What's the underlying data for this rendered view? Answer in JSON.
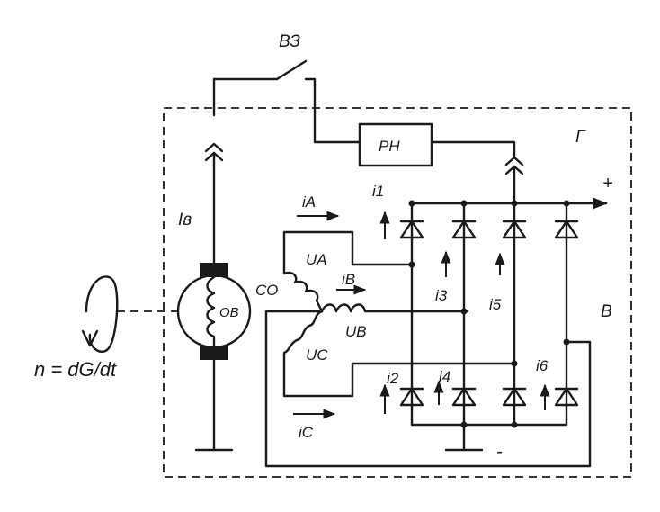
{
  "labels": {
    "switch": "ВЗ",
    "regulator": "РН",
    "generator": "Г",
    "rectifier": "В",
    "plus": "+",
    "minus": "-",
    "excitation_current": "Iв",
    "field_winding": "ОВ",
    "stator": "СО",
    "phase_a_voltage": "UA",
    "phase_b_voltage": "UB",
    "phase_c_voltage": "UC",
    "phase_a_current": "iA",
    "phase_b_current": "iB",
    "phase_c_current": "iC",
    "diode_currents": [
      "i1",
      "i2",
      "i3",
      "i4",
      "i5",
      "i6"
    ],
    "speed_formula": "n = dG/dt"
  }
}
